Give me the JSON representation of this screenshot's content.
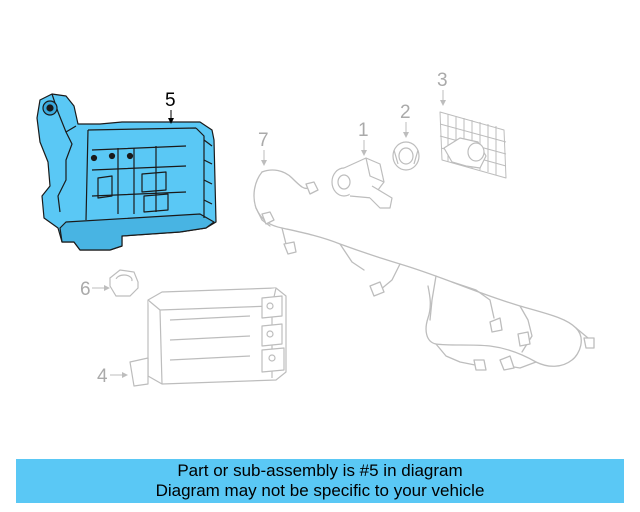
{
  "colors": {
    "highlight_fill": "#5ac8f5",
    "line_gray": "#bdbdbd",
    "outline_dark": "#1a1a1a",
    "banner_bg": "#5ac8f5"
  },
  "callouts": {
    "c1": "1",
    "c2": "2",
    "c3": "3",
    "c4": "4",
    "c5": "5",
    "c6": "6",
    "c7": "7"
  },
  "highlighted_part": "5",
  "banner": {
    "line1": "Part or sub-assembly is #5 in diagram",
    "line2": "Diagram may not be specific to your vehicle"
  }
}
